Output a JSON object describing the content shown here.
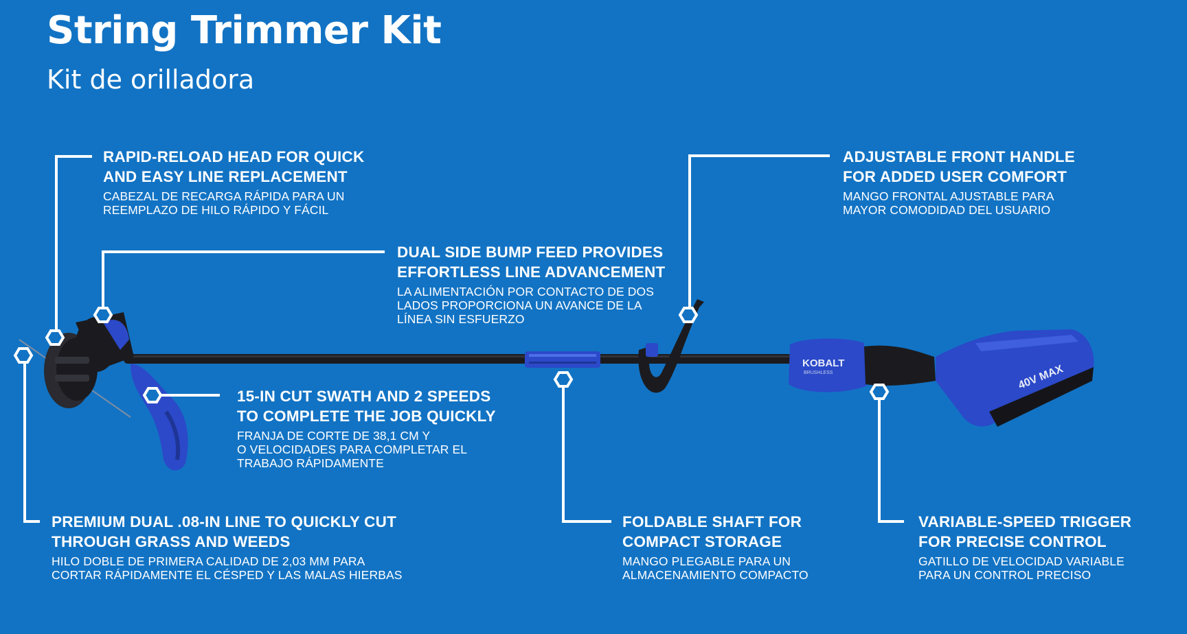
{
  "header": {
    "title": "String Trimmer Kit",
    "subtitle": "Kit de orilladora"
  },
  "product": {
    "brand_label": "KOBALT",
    "brand_sublabel": "BRUSHLESS",
    "battery_label": "40V MAX"
  },
  "colors": {
    "background": "#1273c4",
    "tool_blue": "#2b49c9",
    "tool_black": "#1b1b1f",
    "text": "#ffffff"
  },
  "callouts": [
    {
      "id": "rapid-reload",
      "en": "RAPID-RELOAD HEAD FOR QUICK\nAND EASY LINE REPLACEMENT",
      "es": "CABEZAL DE RECARGA RÁPIDA PARA UN\nREEMPLAZO DE HILO RÁPIDO Y FÁCIL"
    },
    {
      "id": "bump-feed",
      "en": "DUAL SIDE BUMP FEED PROVIDES\nEFFORTLESS LINE ADVANCEMENT",
      "es": "LA ALIMENTACIÓN POR CONTACTO DE DOS\nLADOS PROPORCIONA UN AVANCE DE LA\nLÍNEA SIN ESFUERZO"
    },
    {
      "id": "front-handle",
      "en": "ADJUSTABLE FRONT HANDLE\nFOR ADDED USER COMFORT",
      "es": "MANGO FRONTAL AJUSTABLE PARA\nMAYOR COMODIDAD DEL USUARIO"
    },
    {
      "id": "cut-swath",
      "en": "15-IN CUT SWATH AND 2 SPEEDS\nTO COMPLETE THE JOB QUICKLY",
      "es": "FRANJA DE CORTE DE 38,1 CM Y\nO VELOCIDADES PARA COMPLETAR EL\nTRABAJO RÁPIDAMENTE"
    },
    {
      "id": "dual-line",
      "en": "PREMIUM DUAL .08-IN LINE TO QUICKLY CUT\nTHROUGH GRASS AND WEEDS",
      "es": "HILO DOBLE DE PRIMERA CALIDAD DE 2,03 MM PARA\nCORTAR RÁPIDAMENTE EL CÉSPED Y LAS MALAS HIERBAS"
    },
    {
      "id": "foldable-shaft",
      "en": "FOLDABLE SHAFT FOR\nCOMPACT STORAGE",
      "es": "MANGO PLEGABLE PARA UN\nALMACENAMIENTO COMPACTO"
    },
    {
      "id": "trigger",
      "en": "VARIABLE-SPEED TRIGGER\nFOR PRECISE CONTROL",
      "es": "GATILLO DE VELOCIDAD VARIABLE\nPARA UN CONTROL PRECISO"
    }
  ]
}
